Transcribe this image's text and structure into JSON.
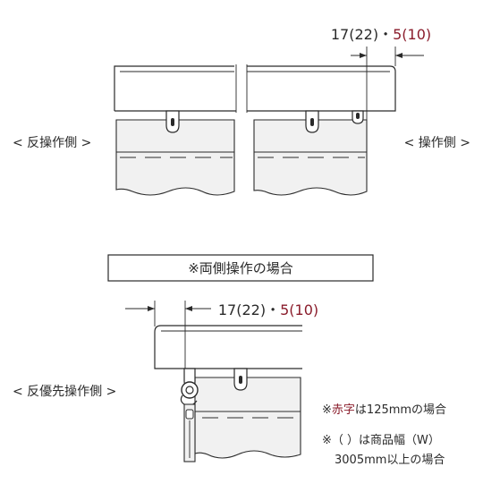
{
  "top_dim": {
    "main": "17(22)・",
    "red": "5(10)"
  },
  "left_label": "< 反操作側 >",
  "right_label": "< 操作側 >",
  "section_title": "※両側操作の場合",
  "bottom_dim": {
    "main": "17(22)・",
    "red": "5(10)"
  },
  "bottom_label": "< 反優先操作側 >",
  "note1": {
    "prefix": "※",
    "red": "赤字",
    "suffix": "は125mmの場合"
  },
  "note2": {
    "line1": "※（ ）は商品幅（W）",
    "line2": "3005mm以上の場合"
  },
  "colors": {
    "ink": "#2a2a2a",
    "accent": "#8a1c2b",
    "fabric": "#f1f1f1"
  }
}
